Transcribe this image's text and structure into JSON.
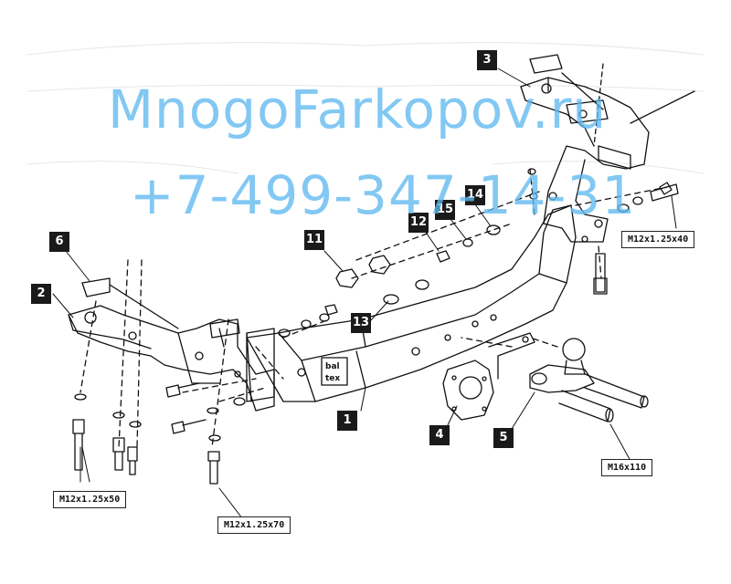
{
  "watermark": {
    "line1": "MnogoFarkopov.ru",
    "line2": "+7-499-347-14-31",
    "color": "#5fb9f0"
  },
  "callouts": {
    "c1": "1",
    "c2": "2",
    "c3": "3",
    "c4": "4",
    "c5": "5",
    "c6": "6",
    "c11": "11",
    "c12": "12",
    "c13": "13",
    "c14": "14",
    "c15": "15"
  },
  "specs": {
    "bolt_rear_right": "M12x1.25x40",
    "bolt_left": "M12x1.25x50",
    "bolt_bottom": "M12x1.25x70",
    "ball_bolt": "M16x110"
  },
  "brand": {
    "line1": "bal",
    "line2": "tex"
  },
  "colors": {
    "line": "#111111",
    "callout_bg": "#1a1a1a"
  }
}
